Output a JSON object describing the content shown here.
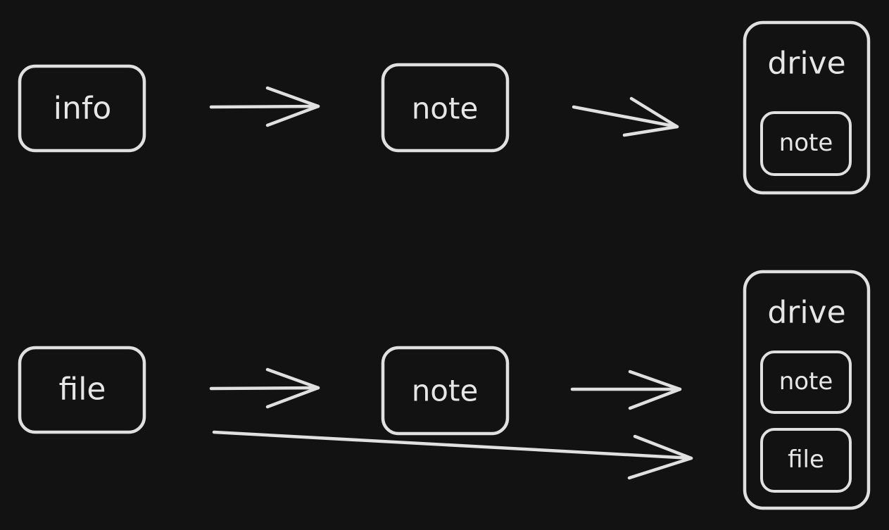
{
  "colors": {
    "background": "#121212",
    "stroke": "#e0e0e0",
    "text": "#e6e6e6"
  },
  "flow_top": {
    "source": "info",
    "middle": "note",
    "container": "drive",
    "contained": [
      "note"
    ]
  },
  "flow_bottom": {
    "source": "file",
    "middle": "note",
    "container": "drive",
    "contained": [
      "note",
      "file"
    ]
  }
}
